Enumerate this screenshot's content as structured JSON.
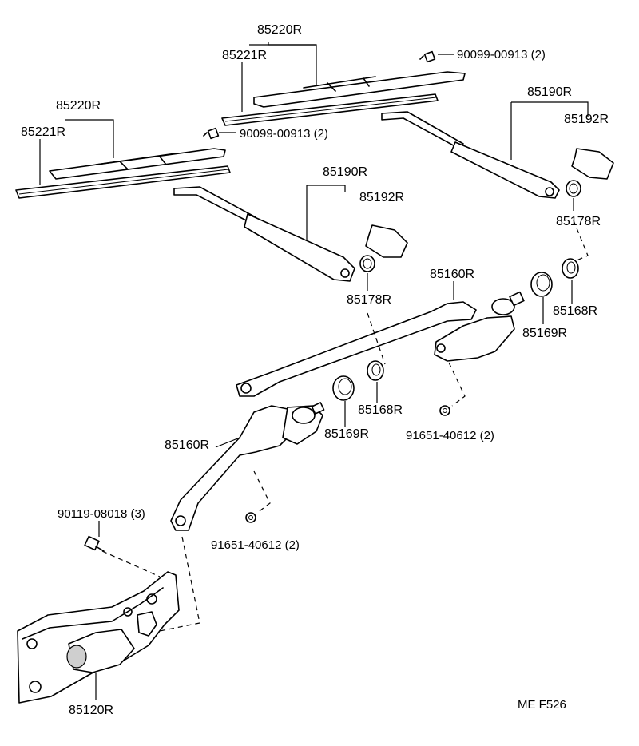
{
  "labels": {
    "blade_upper_assy": "85220R",
    "blade_upper_rubber": "85221R",
    "screw_upper": "90099-00913 (2)",
    "blade_lower_assy": "85220R",
    "blade_lower_rubber": "85221R",
    "screw_lower": "90099-00913 (2)",
    "arm_right": "85190R",
    "cap_right": "85192R",
    "nut_cover_right": "85178R",
    "arm_left": "85190R",
    "cap_left": "85192R",
    "nut_cover_left": "85178R",
    "link_upper": "85160R",
    "bushing_right": "85168R",
    "pivot_right": "85169R",
    "bushing_mid": "85168R",
    "pivot_mid": "85169R",
    "nut_right": "91651-40612 (2)",
    "link_lower": "85160R",
    "nut_lower": "91651-40612 (2)",
    "bolt_motor": "90119-08018 (3)",
    "motor": "85120R",
    "diagram_code": "ME F526"
  }
}
